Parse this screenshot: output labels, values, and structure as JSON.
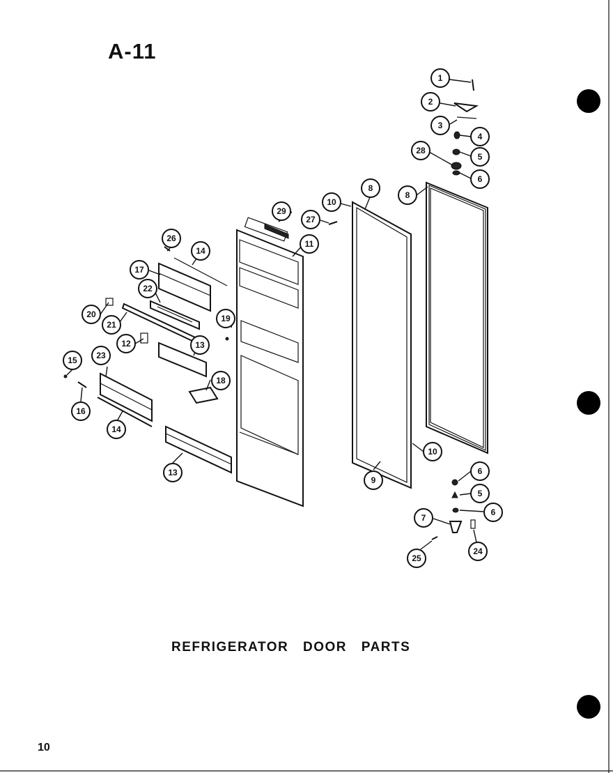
{
  "page_id": "A-11",
  "caption": "REFRIGERATOR DOOR PARTS",
  "page_number": "10",
  "callouts": [
    "1",
    "2",
    "3",
    "4",
    "5",
    "28",
    "6",
    "29",
    "27",
    "10",
    "8",
    "8",
    "11",
    "26",
    "14",
    "17",
    "22",
    "19",
    "20",
    "21",
    "12",
    "13",
    "15",
    "23",
    "18",
    "16",
    "14",
    "13",
    "10",
    "9",
    "6",
    "5",
    "6",
    "7",
    "25",
    "24"
  ],
  "colors": {
    "ink": "#111111",
    "paper": "#ffffff"
  }
}
